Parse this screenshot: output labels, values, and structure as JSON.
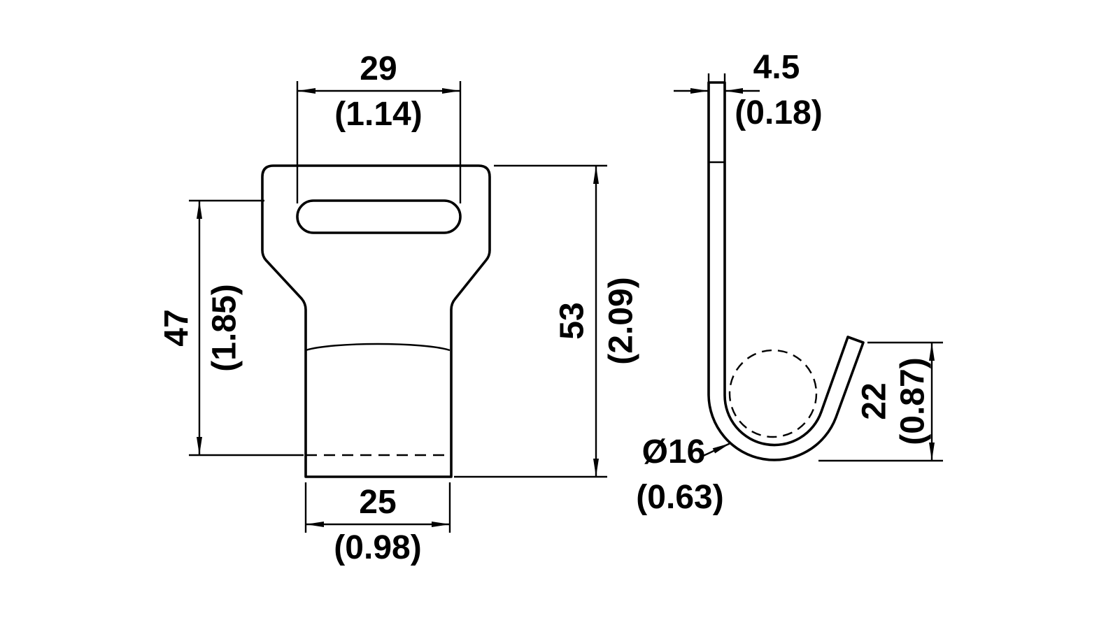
{
  "drawing": {
    "background": "#ffffff",
    "line_color": "#000000",
    "front_view": {
      "slot_width": {
        "mm": "29",
        "inch": "(1.14)"
      },
      "inner_height": {
        "mm": "47",
        "inch": "(1.85)"
      },
      "total_height": {
        "mm": "53",
        "inch": "(2.09)"
      },
      "base_width": {
        "mm": "25",
        "inch": "(0.98)"
      }
    },
    "side_view": {
      "thickness": {
        "mm": "4.5",
        "inch": "(0.18)"
      },
      "hook_diameter": {
        "mm": "Ø16",
        "inch": "(0.63)"
      },
      "hook_height": {
        "mm": "22",
        "inch": "(0.87)"
      }
    }
  }
}
